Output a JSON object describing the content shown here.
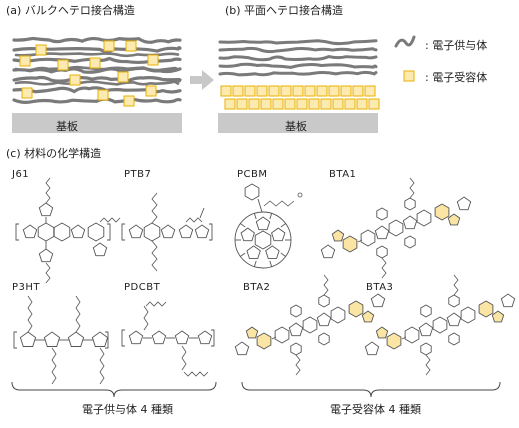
{
  "panels": {
    "a": {
      "label": "(a) バルクヘテロ接合構造",
      "substrate": "基板"
    },
    "b": {
      "label": "(b) 平面ヘテロ接合構造",
      "substrate": "基板"
    },
    "c": {
      "label": "(c) 材料の化学構造"
    }
  },
  "legend": {
    "donor": ": 電子供与体",
    "acceptor": ": 電子受容体"
  },
  "colors": {
    "polymer": "#7a7a7a",
    "acceptor_fill": "#fdeab0",
    "acceptor_edge": "#e8b200",
    "substrate": "#c9c9c9",
    "highlight": "#f6cf5a"
  },
  "molecules": {
    "donors": [
      "J61",
      "PTB7",
      "P3HT",
      "PDCBT"
    ],
    "acceptors": [
      "PCBM",
      "BTA1",
      "BTA2",
      "BTA3"
    ]
  },
  "groups": {
    "donor_caption": "電子供与体 4 種類",
    "acceptor_caption": "電子受容体 4 種類"
  }
}
